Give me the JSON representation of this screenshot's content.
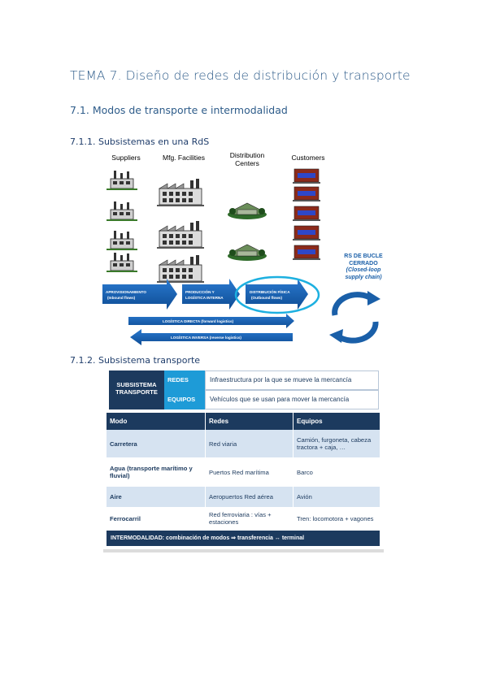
{
  "headings": {
    "h1": "TEMA 7. Diseño de redes de distribución y transporte",
    "h2": "7.1. Modos de transporte e intermodalidad",
    "h3a": "7.1.1. Subsistemas en una RdS",
    "h3b": "7.1.2. Subsistema transporte"
  },
  "figure1": {
    "columns": [
      "Suppliers",
      "Mfg. Facilities",
      "Distribution Centers",
      "Customers"
    ],
    "arrows": {
      "aprov": "APROVISIONAMIENTO",
      "aprov_sub": "(Inbound flows)",
      "prod": "PRODUCCIÓN Y",
      "prod2": "LOGÍSTICA INTERNA",
      "dist": "DISTRIBUCIÓN FÍSICA",
      "dist_sub": "(Outbound flows)",
      "directa": "LOGÍSTICA DIRECTA (forward logistics)",
      "inversa": "LOGÍSTICA INVERSA (reverse logistics)"
    },
    "rs_label": {
      "l1": "RS DE BUCLE",
      "l2": "CERRADO",
      "l3": "(Closed-loop",
      "l4": "supply chain)"
    }
  },
  "subsystem": {
    "title1": "SUBSISTEMA",
    "title2": "TRANSPORTE",
    "redes_tag": "REDES",
    "redes_desc": "Infraestructura por la que se mueve la mercancía",
    "equipos_tag": "EQUIPOS",
    "equipos_desc": "Vehículos que se usan para mover la mercancía"
  },
  "table": {
    "headers": [
      "Modo",
      "Redes",
      "Equipos"
    ],
    "rows": [
      {
        "modo": "Carretera",
        "redes": "Red viaria",
        "equipos": "Camión, furgoneta, cabeza tractora + caja, …"
      },
      {
        "modo": "Agua (transporte marítimo y fluvial)",
        "redes": "Puertos Red marítima",
        "equipos": "Barco"
      },
      {
        "modo": "Aire",
        "redes": "Aeropuertos Red aérea",
        "equipos": "Avión"
      },
      {
        "modo": "Ferrocarril",
        "redes": "Red ferroviaria : vías + estaciones",
        "equipos": "Tren: locomotora + vagones"
      }
    ],
    "footer": "INTERMODALIDAD:  combinación de modos ⇒ transferencia ↔ terminal"
  },
  "colors": {
    "heading": "#2e5c8a",
    "dark_navy": "#1c3a5e",
    "accent_blue": "#1e9bd7",
    "row_alt": "#d6e3f1",
    "arrow_blue": "#1a5fa8"
  }
}
